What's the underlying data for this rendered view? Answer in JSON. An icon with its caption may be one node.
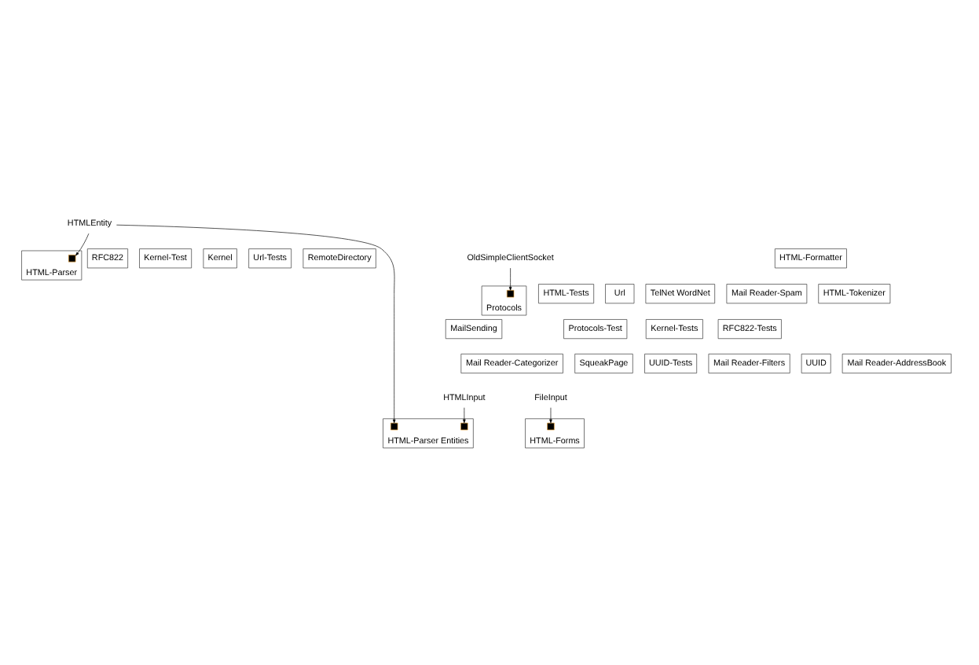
{
  "diagram": {
    "nodes": [
      {
        "text": [
          "HTMLEntity"
        ]
      },
      {
        "text": [
          "OldSimpleClientSocket"
        ]
      },
      {
        "text": [
          "HTML-Formatter"
        ]
      },
      {
        "text": [
          "HTML-Parser"
        ]
      },
      {
        "text": [],
        "shape": "box",
        "in": 3
      },
      {
        "text": [
          "RFC822"
        ]
      },
      {
        "text": [
          "Kernel-Test"
        ]
      },
      {
        "text": [
          "Kernel"
        ]
      },
      {
        "text": [
          "Url-Tests"
        ]
      },
      {
        "text": [
          "RemoteDirectory"
        ]
      },
      {
        "text": [
          "RFC822-Tests"
        ]
      },
      {
        "text": [
          "MailSending"
        ]
      },
      {
        "text": [
          "Protocols"
        ]
      },
      {
        "text": [],
        "shape": "box",
        "in": 12
      },
      {
        "text": [
          "Mail Reader-Spam"
        ]
      },
      {
        "text": [
          "HTML-Tokenizer"
        ]
      },
      {
        "text": [
          "HTML-Tests"
        ]
      },
      {
        "text": [
          "Url"
        ]
      },
      {
        "text": [
          "TelNet WordNet"
        ]
      },
      {
        "text": [
          "Protocols-Test"
        ]
      },
      {
        "text": [
          "HTML-Parser Entities"
        ]
      },
      {
        "text": [],
        "shape": "box",
        "in": 20
      },
      {
        "text": [],
        "shape": "box",
        "in": 20
      },
      {
        "text": [
          "Kernel-Tests"
        ]
      },
      {
        "text": [
          "UUID"
        ]
      },
      {
        "text": [
          "Mail Reader-AddressBook"
        ]
      },
      {
        "text": [
          "Mail Reader-Categorizer"
        ]
      },
      {
        "text": [
          "SqueakPage"
        ]
      },
      {
        "text": [
          "HTML-Forms"
        ]
      },
      {
        "text": [],
        "shape": "box",
        "in": 28
      },
      {
        "text": [
          "UUID-Tests"
        ]
      },
      {
        "text": [
          "Mail Reader-Filters"
        ]
      },
      {
        "text": [
          "FileInput"
        ]
      },
      {
        "text": [
          "HTMLInput"
        ]
      }
    ],
    "edges": [
      {
        "from": 0,
        "to": 4,
        "arrow": "to"
      },
      {
        "from": 0,
        "to": 21,
        "arrow": "to"
      },
      {
        "from": 1,
        "to": 13,
        "arrow": "to"
      },
      {
        "from": 32,
        "to": 29,
        "arrow": "to"
      },
      {
        "from": 33,
        "to": 22,
        "arrow": "to"
      }
    ]
  }
}
